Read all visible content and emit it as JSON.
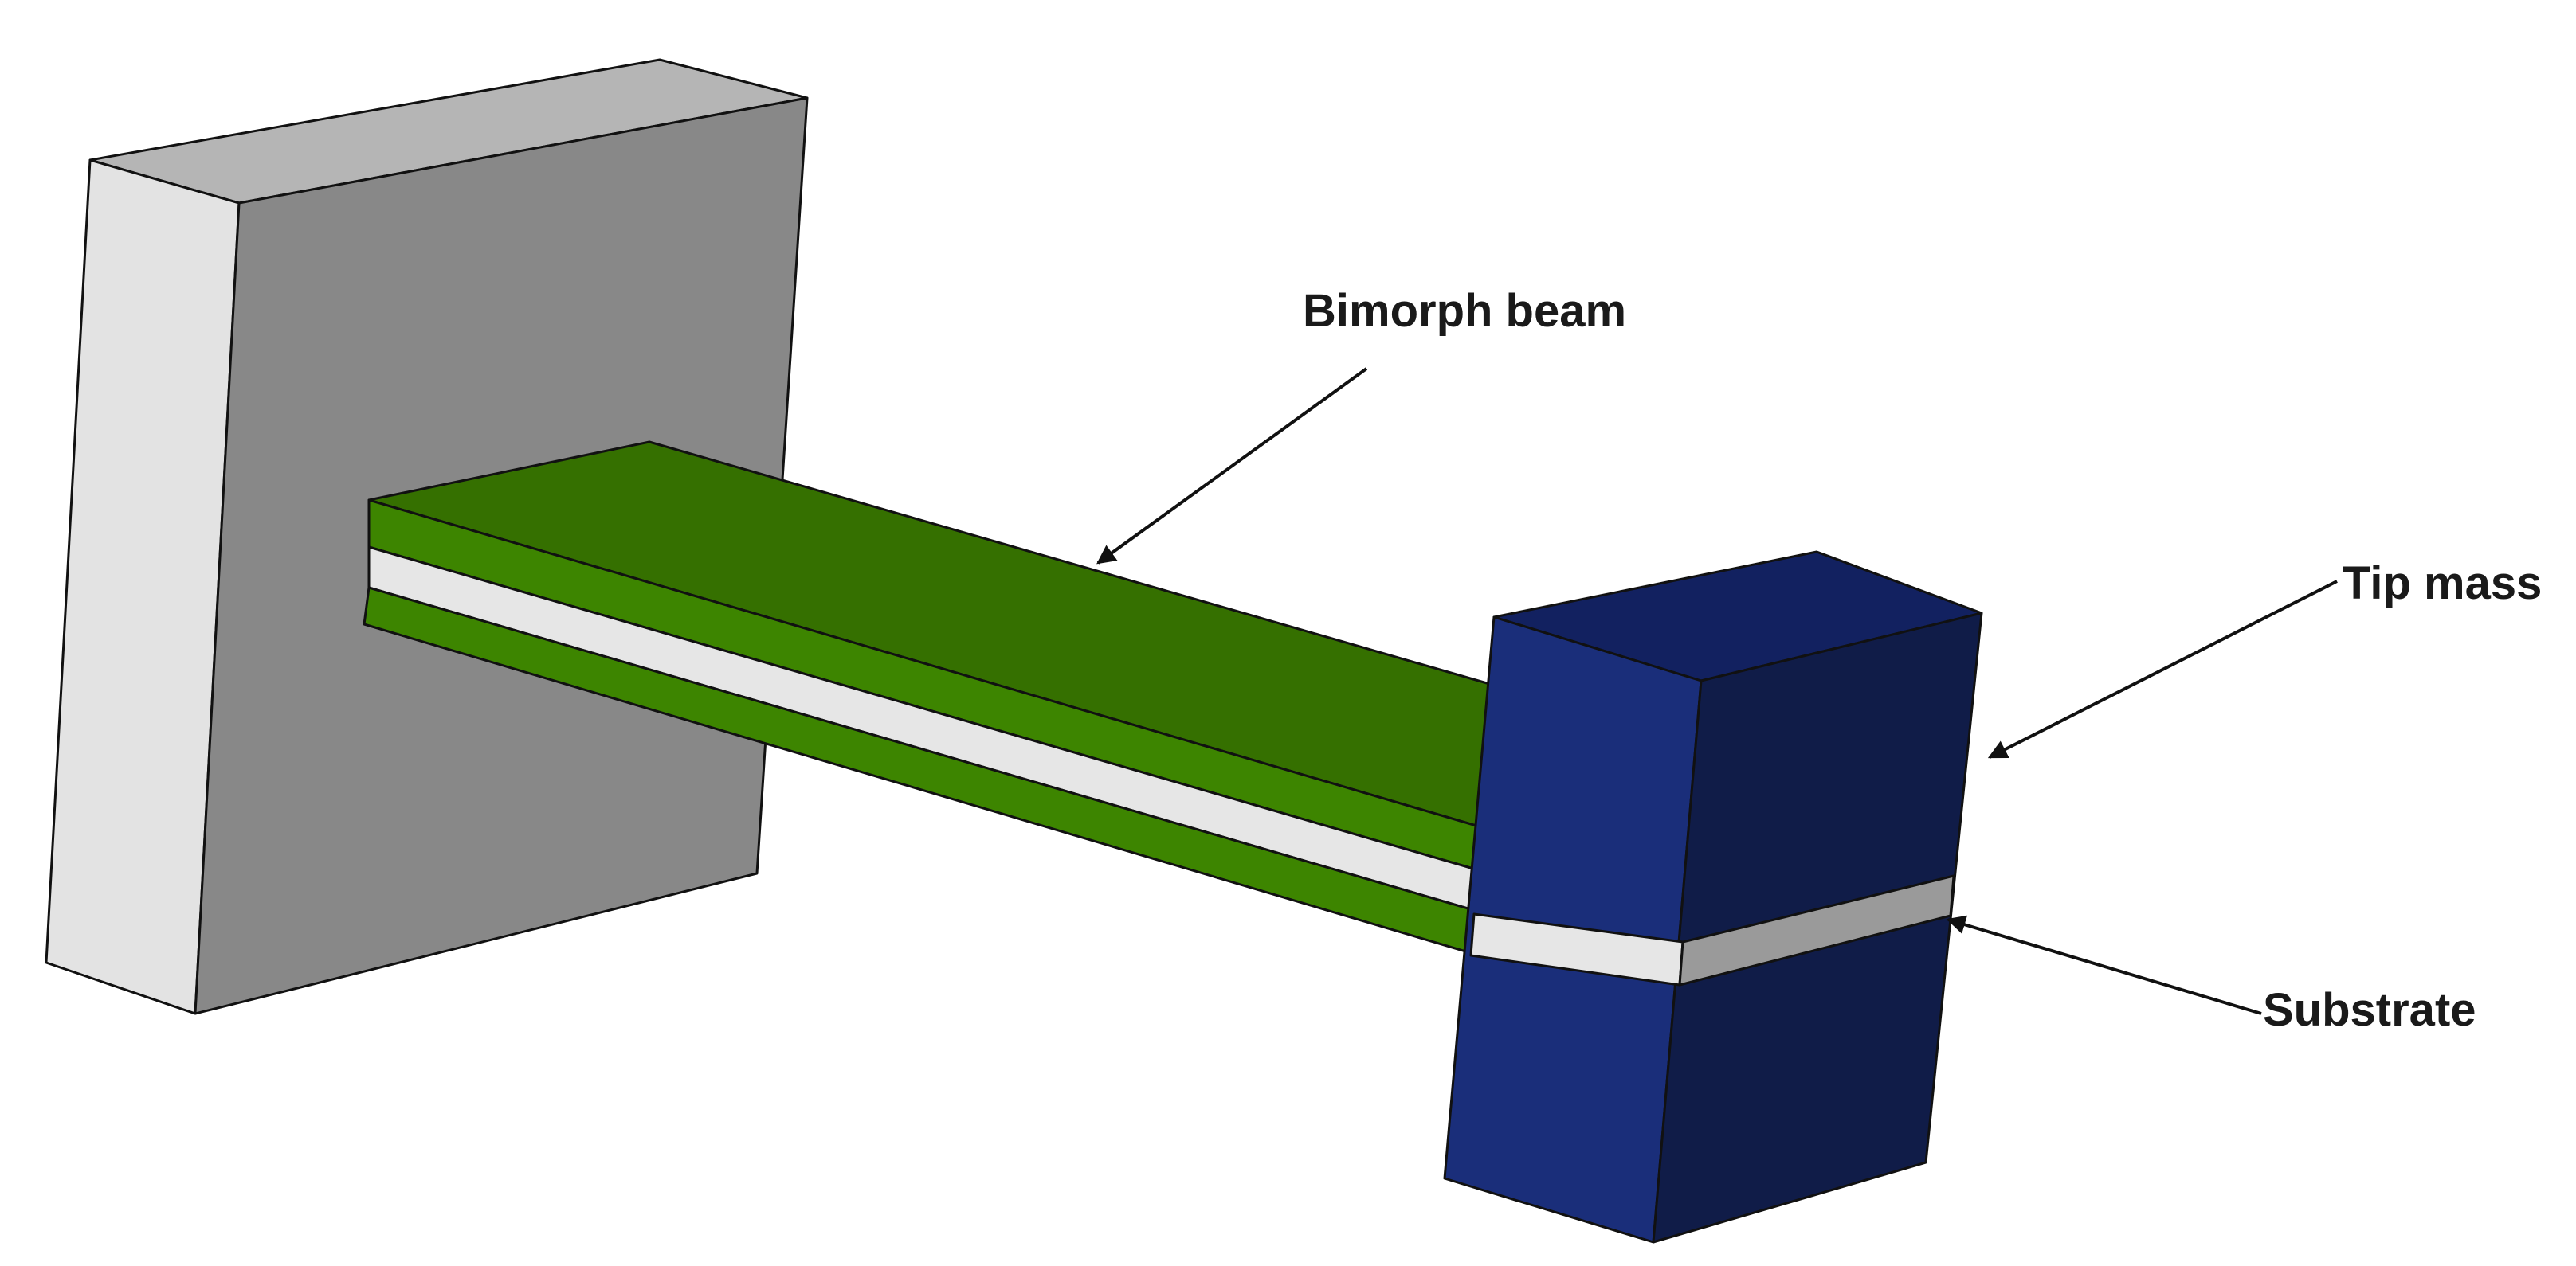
{
  "labels": {
    "bimorph_beam": "Bimorph beam",
    "tip_mass": "Tip mass",
    "substrate": "Substrate"
  },
  "colors": {
    "clamp_front": "#888888",
    "clamp_side": "#e3e3e3",
    "clamp_top": "#b5b5b5",
    "piezo_top": "#357000",
    "piezo_front": "#3d8500",
    "substrate": "#e6e6e6",
    "substrate_inner": "#9a9a9a",
    "mass_front": "#1a2e7a",
    "mass_side": "#101c48",
    "mass_top": "#122160",
    "arrow": "#111111",
    "background": "#ffffff"
  }
}
